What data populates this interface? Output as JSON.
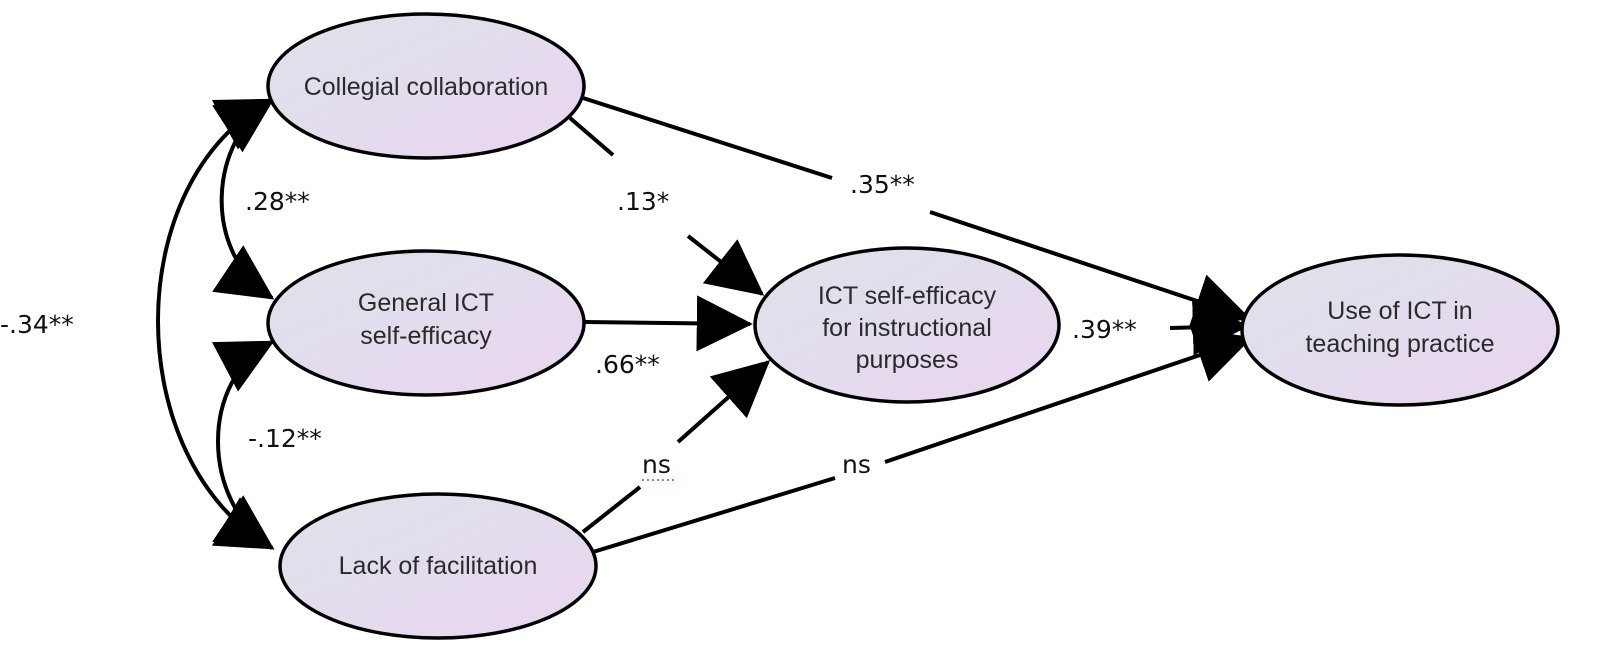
{
  "nodes": {
    "collegial": [
      "Collegial collaboration"
    ],
    "general_ict": [
      "General ICT",
      "self-efficacy"
    ],
    "lack_facilitation": [
      "Lack of facilitation"
    ],
    "ict_instructional": [
      "ICT self-efficacy",
      "for instructional",
      "purposes"
    ],
    "use_ict": [
      "Use of ICT in",
      "teaching practice"
    ]
  },
  "coefficients": {
    "collegial_general": ".28**",
    "general_lack": "-.12**",
    "collegial_lack": "-.34**",
    "collegial_instructional": ".13*",
    "general_instructional": ".66**",
    "lack_instructional": "ns",
    "collegial_use": ".35**",
    "instructional_use": ".39**",
    "lack_use": "ns"
  },
  "colors": {
    "node_fill_left": "#dde3ea",
    "node_fill_right": "#ead5f0",
    "stroke": "#000000"
  }
}
